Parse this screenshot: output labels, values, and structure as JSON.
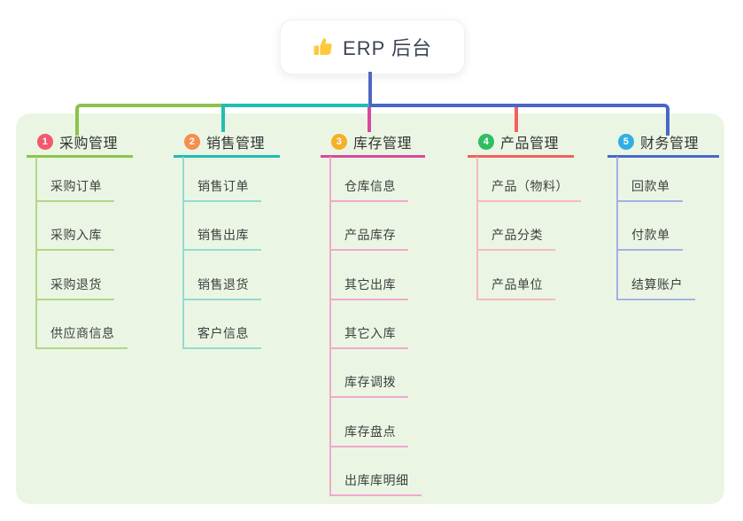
{
  "root": {
    "title": "ERP 后台",
    "icon": "thumbs-up-icon"
  },
  "theme": {
    "page_bg": "#ffffff",
    "panel_bg": "#EAF6E3",
    "root_line": "#5266C4",
    "root_text": "#3D4652",
    "heading_text": "#333333",
    "child_text": "#3F3F3F",
    "thumb_yellow": "#FFC83D"
  },
  "branches": [
    {
      "index": "1",
      "label": "采购管理",
      "badge_color": "#F4586F",
      "line_color": "#8BC34A",
      "child_line_color": "#B2D786",
      "children": [
        "采购订单",
        "采购入库",
        "采购退货",
        "供应商信息"
      ]
    },
    {
      "index": "2",
      "label": "销售管理",
      "badge_color": "#F78E4E",
      "line_color": "#21BDB2",
      "child_line_color": "#93DAD3",
      "children": [
        "销售订单",
        "销售出库",
        "销售退货",
        "客户信息"
      ]
    },
    {
      "index": "3",
      "label": "库存管理",
      "badge_color": "#F7AF27",
      "line_color": "#D8499E",
      "child_line_color": "#F3A6CF",
      "children": [
        "仓库信息",
        "产品库存",
        "其它出库",
        "其它入库",
        "库存调拨",
        "库存盘点",
        "出库库明细"
      ]
    },
    {
      "index": "4",
      "label": "产品管理",
      "badge_color": "#30BE62",
      "line_color": "#F4605F",
      "child_line_color": "#F8B9B9",
      "children": [
        "产品（物料）",
        "产品分类",
        "产品单位"
      ]
    },
    {
      "index": "5",
      "label": "财务管理",
      "badge_color": "#32AEE4",
      "line_color": "#4A67C8",
      "child_line_color": "#A3B1E3",
      "children": [
        "回款单",
        "付款单",
        "结算账户"
      ]
    }
  ]
}
